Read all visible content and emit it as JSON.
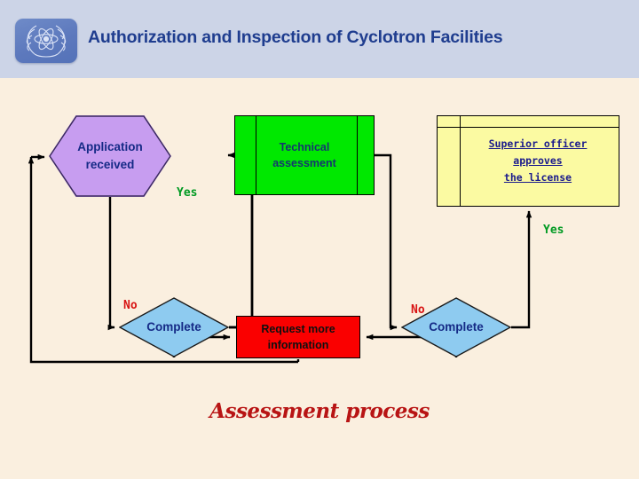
{
  "header": {
    "title": "Authorization and Inspection of Cyclotron Facilities",
    "logo_name": "iaea-atom-laurel-logo",
    "band_color": "#ccd4e7",
    "title_color": "#1f3d8f",
    "logo_color": "#5d79bd"
  },
  "page": {
    "background_color": "#faefdf"
  },
  "diagram": {
    "caption": "Assessment process",
    "caption_color": "#b81414",
    "nodes": [
      {
        "id": "application",
        "label": "Application\nreceived",
        "line1": "Application",
        "line2": "received",
        "shape": "hexagon",
        "fill": "#c79df0",
        "text_color": "#152a86"
      },
      {
        "id": "complete-1",
        "label": "Complete",
        "shape": "diamond",
        "fill": "#8ecbf0",
        "text_color": "#152a86"
      },
      {
        "id": "technical",
        "line1": "Technical",
        "line2": "assessment",
        "label": "Technical assessment",
        "shape": "predefined-process",
        "fill": "#00e800",
        "text_color": "#15356f"
      },
      {
        "id": "complete-2",
        "label": "Complete",
        "shape": "diamond",
        "fill": "#8ecbf0",
        "text_color": "#152a86"
      },
      {
        "id": "superior",
        "line1": "Superior officer",
        "line2": "approves",
        "line3": "the license",
        "label": "Superior officer approves the license",
        "shape": "document",
        "fill": "#fbfaa2",
        "text_color": "#1a1a8c"
      },
      {
        "id": "request",
        "line1": "Request more",
        "line2": "information",
        "label": "Request more information",
        "shape": "rectangle",
        "fill": "#fa0000",
        "text_color": "#101010"
      }
    ],
    "edge_labels": {
      "yes_1": "Yes",
      "no_1": "No",
      "yes_2": "Yes",
      "no_2": "No",
      "yes_color": "#009a22",
      "no_color": "#d81414"
    }
  }
}
